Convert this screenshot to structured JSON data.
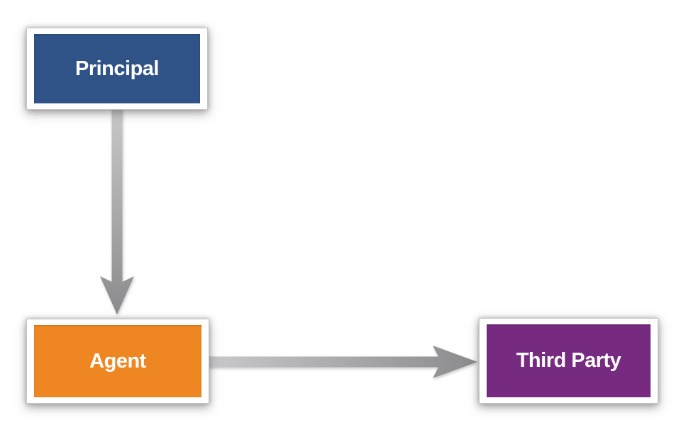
{
  "diagram": {
    "description": "Agency relationship flow diagram",
    "nodes": [
      {
        "id": "principal",
        "label": "Principal",
        "fill": "#2F5287"
      },
      {
        "id": "agent",
        "label": "Agent",
        "fill": "#EE8722"
      },
      {
        "id": "third-party",
        "label": "Third Party",
        "fill": "#762B80"
      }
    ],
    "edges": [
      {
        "from": "Principal",
        "to": "Agent",
        "direction": "down"
      },
      {
        "from": "Agent",
        "to": "Third Party",
        "direction": "right"
      }
    ],
    "colors": {
      "principal_fill": "#2F5287",
      "agent_fill": "#EE8722",
      "third_party_fill": "#762B80",
      "arrow_light": "#C9C9CB",
      "arrow_dark": "#8B8B8E",
      "frame": "#FFFFFF",
      "background": "#FFFFFF"
    }
  }
}
